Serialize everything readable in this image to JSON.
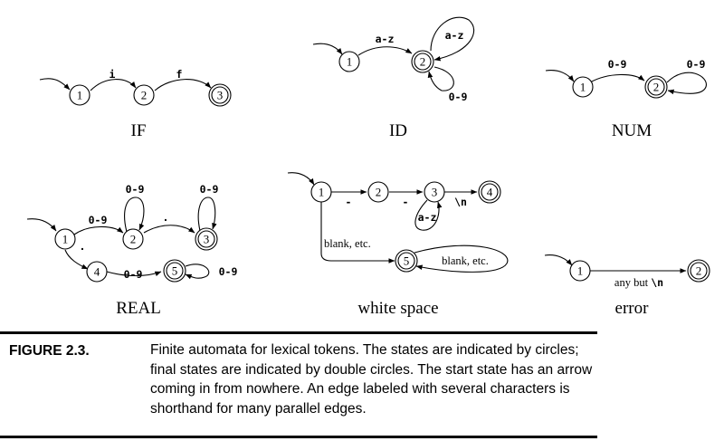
{
  "automata": {
    "if": {
      "title": "IF",
      "states": [
        "1",
        "2",
        "3"
      ],
      "edges": [
        "i",
        "f"
      ]
    },
    "id": {
      "title": "ID",
      "states": [
        "1",
        "2"
      ],
      "edges": [
        "a-z",
        "a-z",
        "0-9"
      ]
    },
    "num": {
      "title": "NUM",
      "states": [
        "1",
        "2"
      ],
      "edges": [
        "0-9",
        "0-9"
      ]
    },
    "real": {
      "title": "REAL",
      "states": [
        "1",
        "2",
        "3",
        "4",
        "5"
      ],
      "edges": [
        "0-9",
        "0-9",
        ".",
        "0-9",
        ".",
        "0-9",
        "0-9"
      ]
    },
    "whitespace": {
      "title": "white space",
      "states": [
        "1",
        "2",
        "3",
        "4",
        "5"
      ],
      "edges": [
        "-",
        "-",
        "\\n",
        "a-z",
        "blank, etc.",
        "blank, etc."
      ]
    },
    "error": {
      "title": "error",
      "states": [
        "1",
        "2"
      ],
      "edge_prefix": "any but ",
      "edge_code": "\\n"
    }
  },
  "caption": {
    "label": "FIGURE 2.3.",
    "text": "Finite automata for lexical tokens. The states are indicated by circles; final states are indicated by double circles. The start state has an arrow coming in from nowhere. An edge labeled with several characters is shorthand for many parallel edges."
  }
}
